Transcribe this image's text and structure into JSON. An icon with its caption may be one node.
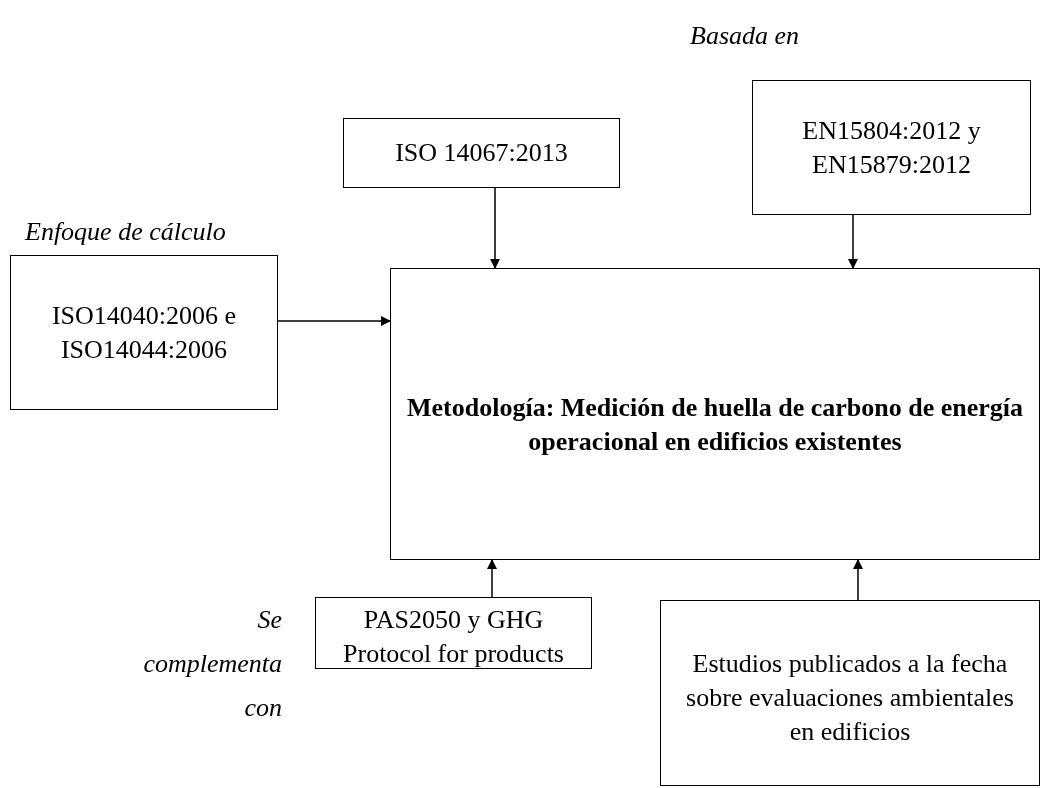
{
  "diagram": {
    "nodes": [
      {
        "text": [
          "ISO 14067:2013"
        ]
      },
      {
        "text": [
          "EN15804:2012 y EN15879:2012"
        ]
      },
      {
        "text": [
          "ISO14040:2006 e ISO14044:2006"
        ]
      },
      {
        "text": [
          "Metodología: Medición de huella de carbono de energía operacional en edificios existentes"
        ]
      },
      {
        "text": [
          "PAS2050 y GHG Protocol for products"
        ]
      },
      {
        "text": [
          "Estudios publicados a la fecha sobre evaluaciones ambientales en edificios"
        ]
      }
    ],
    "edges": [
      {
        "from": 0,
        "to": 3,
        "arrow": "to"
      },
      {
        "from": 1,
        "to": 3,
        "arrow": "to"
      },
      {
        "from": 2,
        "to": 3,
        "arrow": "to"
      },
      {
        "from": 4,
        "to": 3,
        "arrow": "to"
      },
      {
        "from": 5,
        "to": 3,
        "arrow": "to"
      }
    ],
    "labels": [
      "Basada en",
      "Enfoque de cálculo",
      "Se complementa con"
    ]
  }
}
